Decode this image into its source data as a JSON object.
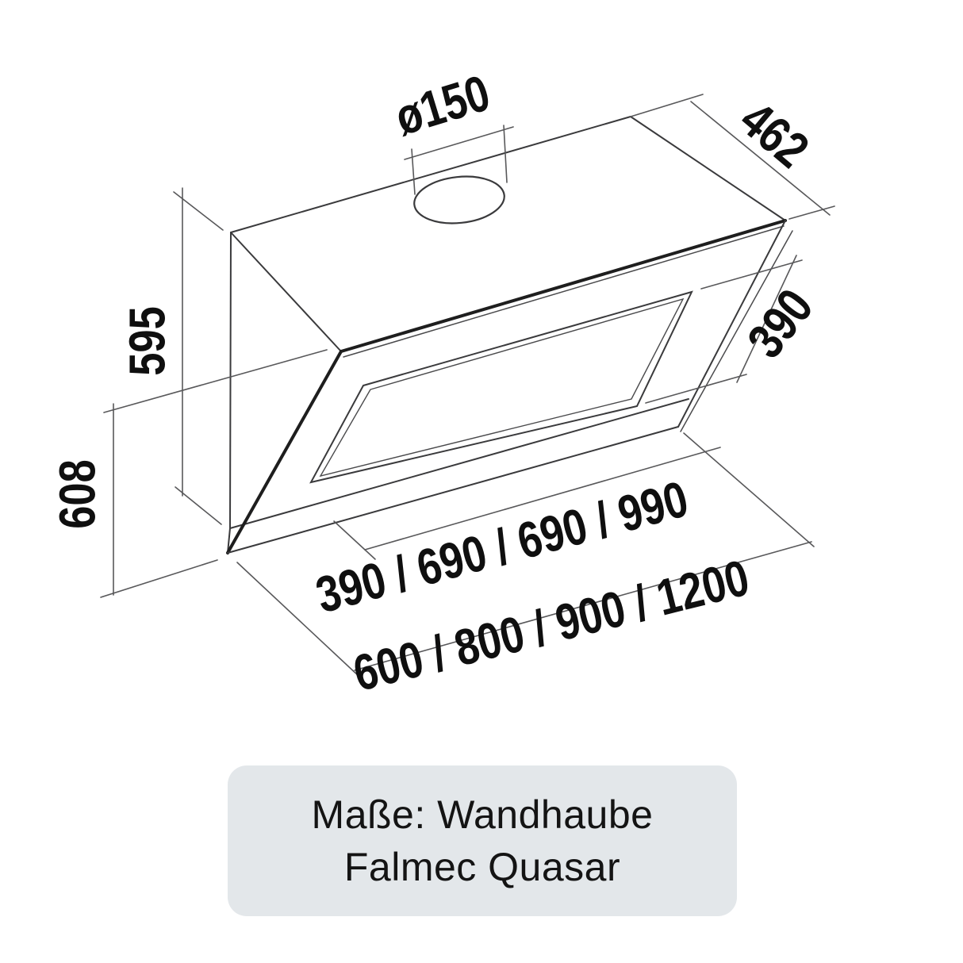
{
  "drawing": {
    "title": "Wall hood dimension drawing",
    "labels": {
      "duct_diameter": "ø150",
      "depth": "462",
      "glass_height": "390",
      "body_height": "595",
      "total_height": "608",
      "glass_widths": "390 / 690 / 690 / 990",
      "body_widths": "600 / 800 / 900 / 1200"
    },
    "colors": {
      "object_line": "#3a3a3c",
      "edge_line": "#1e1e1e",
      "dimension_line": "#58585a",
      "label_text": "#0f0f0f"
    }
  },
  "caption": {
    "line1": "Maße: Wandhaube",
    "line2": "Falmec Quasar",
    "background": "#e3e7ea",
    "text_color": "#141414"
  }
}
